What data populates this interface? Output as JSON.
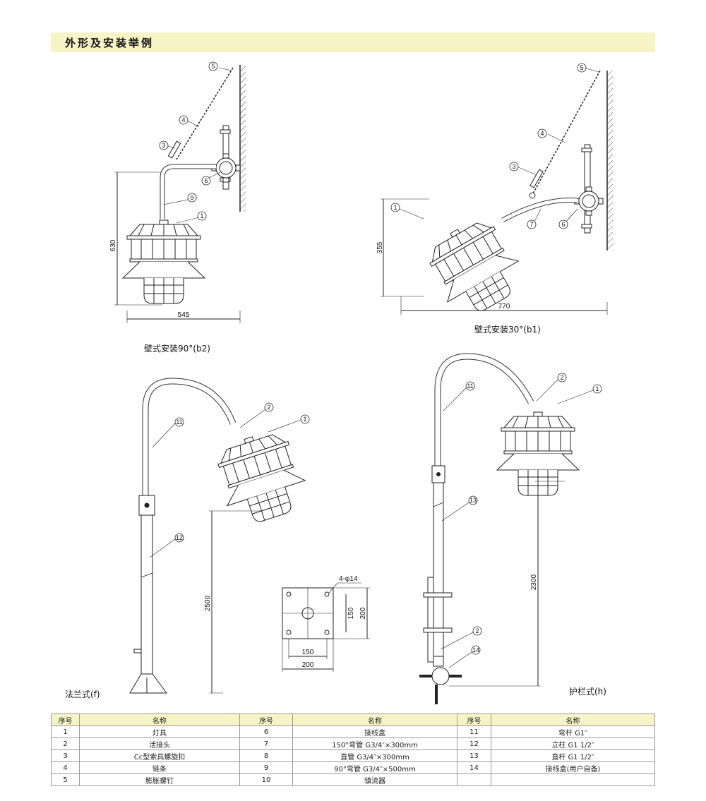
{
  "header": {
    "title": "外形及安装举例"
  },
  "captions": {
    "b2": "壁式安装90°(b2)",
    "b1": "壁式安装30°(b1)",
    "f": "法兰式(f)",
    "h": "护栏式(h)"
  },
  "dimensions": {
    "b2_height": "630",
    "b2_width": "545",
    "b1_height": "355",
    "b1_width": "770",
    "f_height": "2500",
    "h_height": "2300",
    "flange_holes": "4-φ14",
    "flange_inner_v": "150",
    "flange_outer_v": "200",
    "flange_inner_h": "150",
    "flange_outer_h": "200"
  },
  "callouts": {
    "n1": "1",
    "n2": "2",
    "n3": "3",
    "n4": "4",
    "n5": "5",
    "n6": "6",
    "n7": "7",
    "n9": "9",
    "n11": "11",
    "n12": "12",
    "n13": "13",
    "n14": "14"
  },
  "parts_table": {
    "headers": [
      "序号",
      "名称",
      "序号",
      "名称",
      "序号",
      "名称"
    ],
    "rows": [
      [
        "1",
        "灯具",
        "6",
        "接线盒",
        "11",
        "弯杆 G1″"
      ],
      [
        "2",
        "活接头",
        "7",
        "150°弯管 G3/4″×300mm",
        "12",
        "立柱 G1 1/2″"
      ],
      [
        "3",
        "Cc型索具螺旋扣",
        "8",
        "直管 G3/4″×300mm",
        "13",
        "直杆 G1 1/2″"
      ],
      [
        "4",
        "链条",
        "9",
        "90°弯管 G3/4″×500mm",
        "14",
        "接线盒(用户自备)"
      ],
      [
        "5",
        "膨胀螺钉",
        "10",
        "镇流器",
        "",
        ""
      ]
    ]
  }
}
